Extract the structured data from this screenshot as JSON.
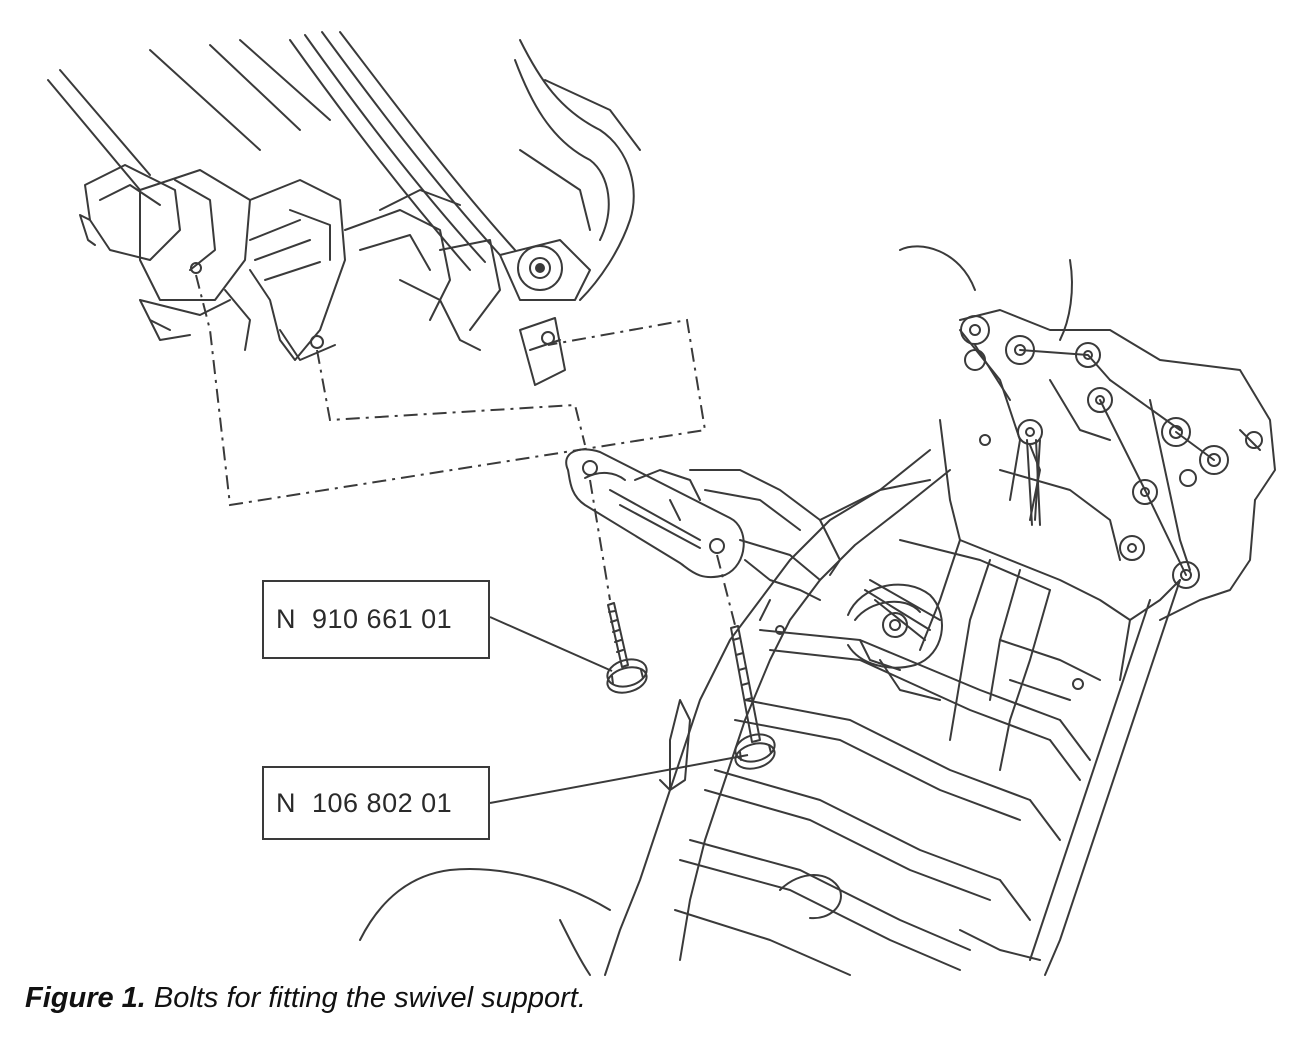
{
  "figure": {
    "number": "Figure 1.",
    "caption": " Bolts for fitting the swivel support."
  },
  "labels": [
    {
      "part_number": "N  910 661 01"
    },
    {
      "part_number": "N  106 802 01"
    }
  ],
  "colors": {
    "line": "#3a3a3a",
    "background": "#ffffff"
  }
}
